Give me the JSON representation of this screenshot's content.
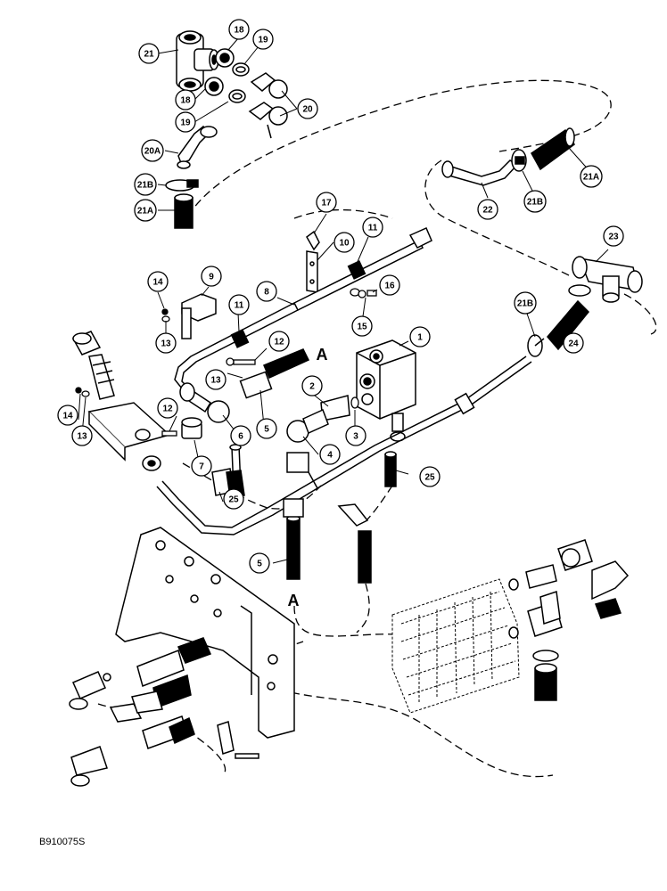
{
  "callouts": [
    {
      "id": "c-21",
      "label": "21"
    },
    {
      "id": "c-18a",
      "label": "18"
    },
    {
      "id": "c-19a",
      "label": "19"
    },
    {
      "id": "c-18b",
      "label": "18"
    },
    {
      "id": "c-19b",
      "label": "19"
    },
    {
      "id": "c-20",
      "label": "20"
    },
    {
      "id": "c-20a",
      "label": "20A"
    },
    {
      "id": "c-21b-left",
      "label": "21B"
    },
    {
      "id": "c-21a-left",
      "label": "21A"
    },
    {
      "id": "c-22",
      "label": "22"
    },
    {
      "id": "c-21b-right",
      "label": "21B"
    },
    {
      "id": "c-21a-right",
      "label": "21A"
    },
    {
      "id": "c-17",
      "label": "17"
    },
    {
      "id": "c-10",
      "label": "10"
    },
    {
      "id": "c-11a",
      "label": "11"
    },
    {
      "id": "c-23",
      "label": "23"
    },
    {
      "id": "c-14a",
      "label": "14"
    },
    {
      "id": "c-9",
      "label": "9"
    },
    {
      "id": "c-8",
      "label": "8"
    },
    {
      "id": "c-16",
      "label": "16"
    },
    {
      "id": "c-21b-mid",
      "label": "21B"
    },
    {
      "id": "c-11b",
      "label": "11"
    },
    {
      "id": "c-15",
      "label": "15"
    },
    {
      "id": "c-13a",
      "label": "13"
    },
    {
      "id": "c-1",
      "label": "1"
    },
    {
      "id": "c-24",
      "label": "24"
    },
    {
      "id": "c-12a",
      "label": "12"
    },
    {
      "id": "c-13b",
      "label": "13"
    },
    {
      "id": "c-2",
      "label": "2"
    },
    {
      "id": "c-14b",
      "label": "14"
    },
    {
      "id": "c-13c",
      "label": "13"
    },
    {
      "id": "c-12b",
      "label": "12"
    },
    {
      "id": "c-5a",
      "label": "5"
    },
    {
      "id": "c-3",
      "label": "3"
    },
    {
      "id": "c-6",
      "label": "6"
    },
    {
      "id": "c-4",
      "label": "4"
    },
    {
      "id": "c-7",
      "label": "7"
    },
    {
      "id": "c-25a",
      "label": "25"
    },
    {
      "id": "c-25b",
      "label": "25"
    },
    {
      "id": "c-5b",
      "label": "5"
    }
  ],
  "section_marks": {
    "top": "A",
    "bottom": "A"
  },
  "drawing_code": "B910075S"
}
